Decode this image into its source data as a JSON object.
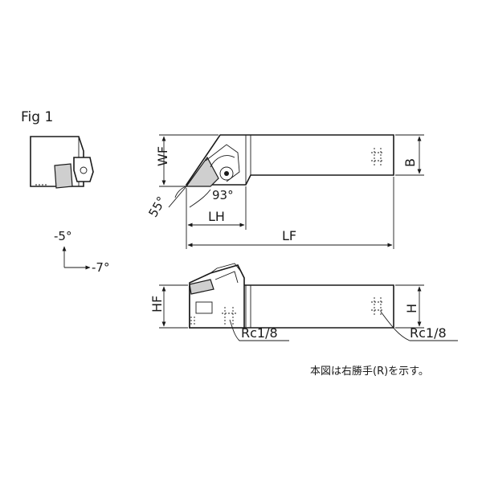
{
  "figure": {
    "fig_label": "Fig 1"
  },
  "angles": {
    "side_rake": "-5°",
    "back_rake": "-7°",
    "approach": "93°",
    "insert": "55°"
  },
  "dimensions": {
    "wf": "WF",
    "b": "B",
    "lh": "LH",
    "lf": "LF",
    "hf": "HF",
    "h": "H",
    "coolant_port_left": "Rc1/8",
    "coolant_port_right": "Rc1/8"
  },
  "notes": {
    "right_hand_note": "本図は右勝手(R)を示す。"
  },
  "colors": {
    "line": "#1a1a1a",
    "insert_fill": "#cfcfcf"
  }
}
